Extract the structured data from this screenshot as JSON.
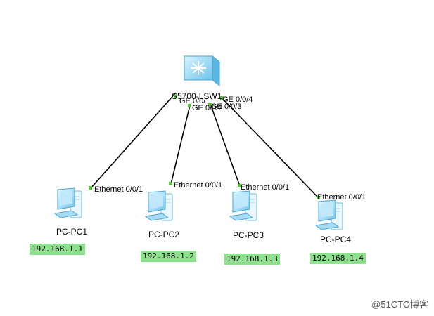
{
  "switch": {
    "name": "S5700-LSW1",
    "icon": "layer3-switch-icon"
  },
  "switch_ports": [
    "GE 0/0/1",
    "GE 0/0/2",
    "GE 0/0/3",
    "GE 0/0/4"
  ],
  "pcs": [
    {
      "name": "PC-PC1",
      "port": "Ethernet 0/0/1",
      "ip": "192.168.1.1",
      "icon": "pc-icon"
    },
    {
      "name": "PC-PC2",
      "port": "Ethernet 0/0/1",
      "ip": "192.168.1.2",
      "icon": "pc-icon"
    },
    {
      "name": "PC-PC3",
      "port": "Ethernet 0/0/1",
      "ip": "192.168.1.3",
      "icon": "pc-icon"
    },
    {
      "name": "PC-PC4",
      "port": "Ethernet 0/0/1",
      "ip": "192.168.1.4",
      "icon": "pc-icon"
    }
  ],
  "colors": {
    "link": "#000000",
    "port_dot": "#58c43a",
    "ip_bg": "#8ee28e",
    "device": "#8fd7f5"
  },
  "watermark": "@51CTO博客"
}
